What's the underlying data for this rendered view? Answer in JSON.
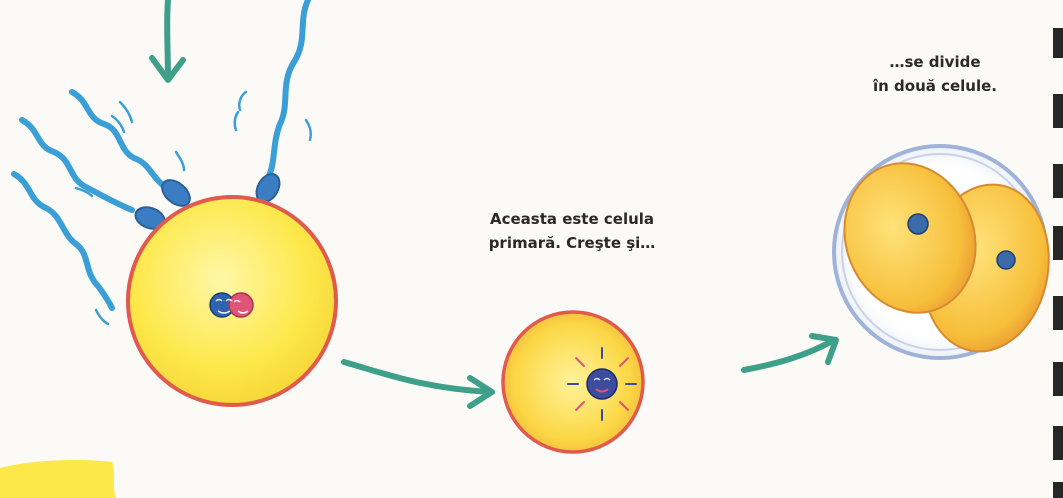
{
  "captions": {
    "primary_cell": {
      "line1": "Aceasta este celula",
      "line2": "primară. Creşte şi…"
    },
    "division": {
      "line1": "…se divide",
      "line2": "în două celule."
    }
  },
  "colors": {
    "background": "#fbfaf7",
    "cell_fill": "#fde84a",
    "cell_outline": "#e05a4e",
    "sperm": "#3a9fd6",
    "arrow": "#3fa08a",
    "nucleus_blue": "#2d63b0",
    "nucleus_pink": "#e05577",
    "embryo_fill": "#f7c23c",
    "membrane": "#9fb3d9",
    "text": "#2b2a28"
  }
}
